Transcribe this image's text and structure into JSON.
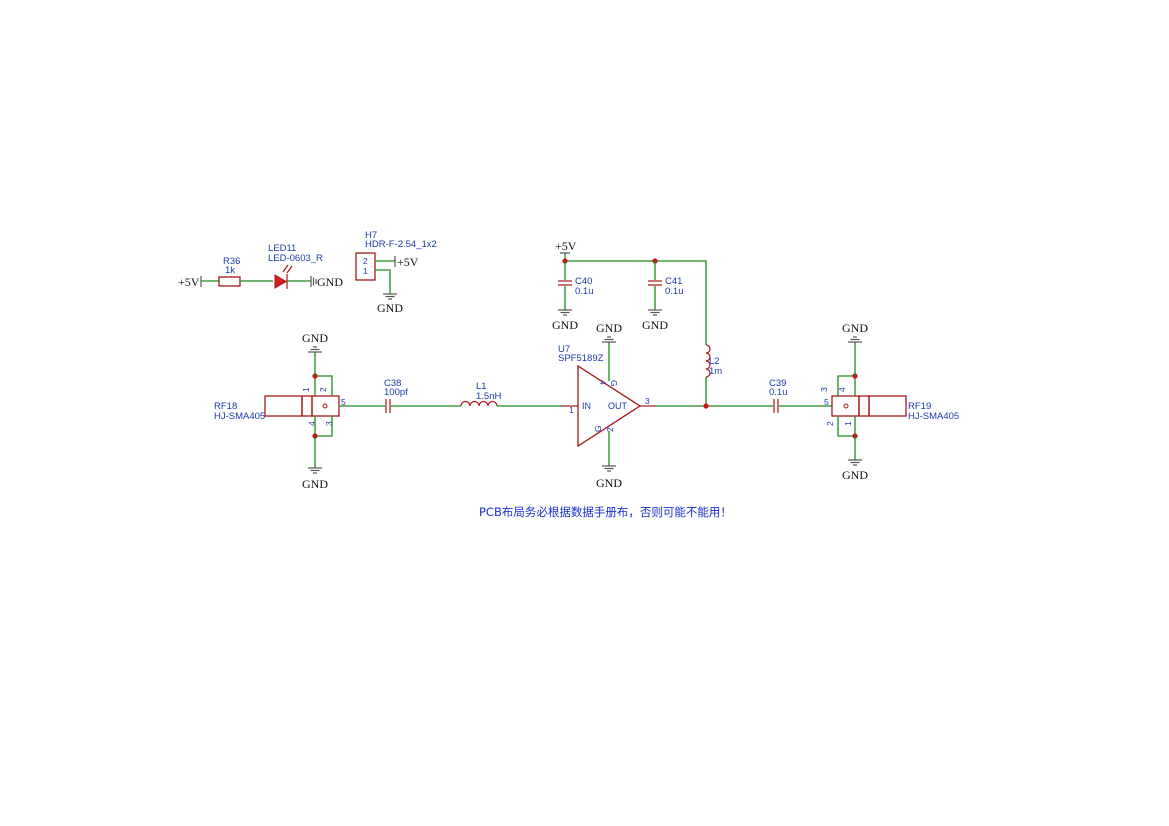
{
  "power": {
    "vcc": "+5V",
    "gnd": "GND"
  },
  "components": {
    "r36": {
      "ref": "R36",
      "value": "1k"
    },
    "led11": {
      "ref": "LED11",
      "value": "LED-0603_R"
    },
    "h7": {
      "ref": "H7",
      "value": "HDR-F-2.54_1x2",
      "pin_top": "2",
      "pin_bottom": "1"
    },
    "c40": {
      "ref": "C40",
      "value": "0.1u"
    },
    "c41": {
      "ref": "C41",
      "value": "0.1u"
    },
    "u7": {
      "ref": "U7",
      "value": "SPF5189Z",
      "in_label": "IN",
      "out_label": "OUT",
      "pin_in": "1",
      "pin_out": "3",
      "pin_g_top": "4",
      "pin_g_bottom": "2",
      "g_label": "G"
    },
    "l2": {
      "ref": "L2",
      "value": "1m"
    },
    "c38": {
      "ref": "C38",
      "value": "100pf"
    },
    "l1": {
      "ref": "L1",
      "value": "1.5nH"
    },
    "c39": {
      "ref": "C39",
      "value": "0.1u"
    },
    "rf18": {
      "ref": "RF18",
      "value": "HJ-SMA405",
      "pins": [
        "1",
        "2",
        "3",
        "4",
        "5"
      ]
    },
    "rf19": {
      "ref": "RF19",
      "value": "HJ-SMA405",
      "pins": [
        "1",
        "2",
        "3",
        "4",
        "5"
      ]
    }
  },
  "note": "PCB布局务必根据数据手册布，否则可能不能用！"
}
